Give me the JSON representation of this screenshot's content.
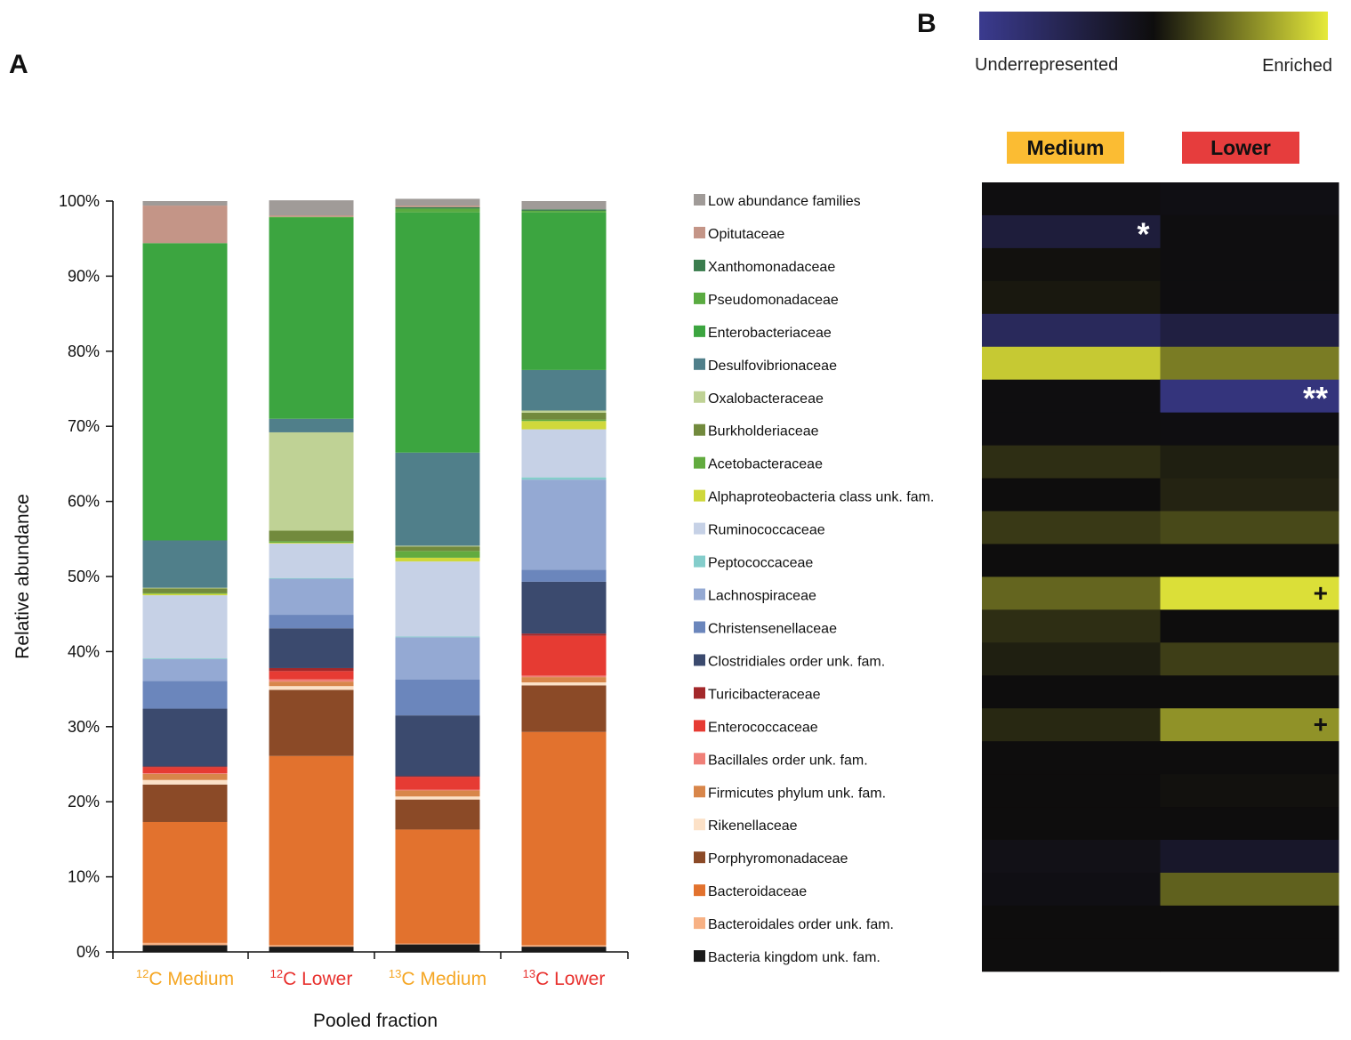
{
  "panel_a_label": "A",
  "panel_b_label": "B",
  "colors": {
    "medium": "#f5a623",
    "lower": "#e8312e",
    "medium_box": "#fbbc33",
    "lower_box": "#e63d3d",
    "scale_low": "#3b3b8f",
    "scale_mid": "#0e0d0d",
    "scale_high": "#e6ea3a"
  },
  "chart_data": [
    {
      "type": "bar",
      "stacked": true,
      "xlabel": "Pooled fraction",
      "ylabel": "Relative abundance",
      "ylim": [
        0,
        100
      ],
      "yticks": [
        "0%",
        "10%",
        "20%",
        "30%",
        "40%",
        "50%",
        "60%",
        "70%",
        "80%",
        "90%",
        "100%"
      ],
      "categories": [
        {
          "isotope": "12",
          "rest": "C Medium",
          "fraction": "medium"
        },
        {
          "isotope": "12",
          "rest": "C Lower",
          "fraction": "lower"
        },
        {
          "isotope": "13",
          "rest": "C Medium",
          "fraction": "medium"
        },
        {
          "isotope": "13",
          "rest": "C Lower",
          "fraction": "lower"
        }
      ],
      "series": [
        {
          "name": "Bacteria kingdom unk. fam.",
          "color": "#1a1a1a",
          "values": [
            0.9,
            0.7,
            1.0,
            0.7
          ]
        },
        {
          "name": "Bacteroidales order unk. fam.",
          "color": "#f7b184",
          "values": [
            0.3,
            0.2,
            0.1,
            0.2
          ]
        },
        {
          "name": "Bacteroidaceae",
          "color": "#e2722e",
          "values": [
            16.1,
            25.2,
            15.2,
            28.4
          ]
        },
        {
          "name": "Porphyromonadaceae",
          "color": "#8b4a27",
          "values": [
            5.0,
            8.8,
            4.0,
            6.2
          ]
        },
        {
          "name": "Rikenellaceae",
          "color": "#fce1c7",
          "values": [
            0.6,
            0.5,
            0.4,
            0.4
          ]
        },
        {
          "name": "Firmicutes phylum unk. fam.",
          "color": "#d8864a",
          "values": [
            0.8,
            0.6,
            0.8,
            0.7
          ]
        },
        {
          "name": "Bacillales order unk. fam.",
          "color": "#f08078",
          "values": [
            0.1,
            0.3,
            0.1,
            0.2
          ]
        },
        {
          "name": "Enterococcaceae",
          "color": "#e63b33",
          "values": [
            0.8,
            1.1,
            1.7,
            5.3
          ]
        },
        {
          "name": "Turicibacteraceae",
          "color": "#a3282a",
          "values": [
            0.1,
            0.4,
            0.1,
            0.3
          ]
        },
        {
          "name": "Clostridiales order unk. fam.",
          "color": "#3b4a6e",
          "values": [
            7.7,
            5.3,
            8.1,
            6.9
          ]
        },
        {
          "name": "Christensenellaceae",
          "color": "#6b86bc",
          "values": [
            3.7,
            1.8,
            4.8,
            1.6
          ]
        },
        {
          "name": "Lachnospiraceae",
          "color": "#94a9d3",
          "values": [
            2.9,
            4.8,
            5.6,
            12.0
          ]
        },
        {
          "name": "Peptococcaceae",
          "color": "#84cdcb",
          "values": [
            0.1,
            0.1,
            0.1,
            0.3
          ]
        },
        {
          "name": "Ruminococcaceae",
          "color": "#c6d1e6",
          "values": [
            8.4,
            4.6,
            10.0,
            6.4
          ]
        },
        {
          "name": "Alphaproteobacteria class unk. fam.",
          "color": "#cfd83b",
          "values": [
            0.2,
            0.1,
            0.5,
            1.1
          ]
        },
        {
          "name": "Acetobacteraceae",
          "color": "#62ab3f",
          "values": [
            0.1,
            0.2,
            0.9,
            0.2
          ]
        },
        {
          "name": "Burkholderiaceae",
          "color": "#728a3d",
          "values": [
            0.6,
            1.4,
            0.6,
            0.9
          ]
        },
        {
          "name": "Oxalobacteraceae",
          "color": "#bfd295",
          "values": [
            0.1,
            13.1,
            0.1,
            0.3
          ]
        },
        {
          "name": "Desulfovibrionaceae",
          "color": "#507f8a",
          "values": [
            6.3,
            1.8,
            12.4,
            5.4
          ]
        },
        {
          "name": "Enterobacteriaceae",
          "color": "#3ca540",
          "values": [
            39.6,
            26.8,
            32.0,
            21.0
          ]
        },
        {
          "name": "Pseudomonadaceae",
          "color": "#5aab41",
          "values": [
            0.0,
            0.1,
            0.5,
            0.2
          ]
        },
        {
          "name": "Xanthomonadaceae",
          "color": "#3b7d4e",
          "values": [
            0.0,
            0.0,
            0.2,
            0.2
          ]
        },
        {
          "name": "Opitutaceae",
          "color": "#c49587",
          "values": [
            5.0,
            0.2,
            0.2,
            0.0
          ]
        },
        {
          "name": "Low abundance families",
          "color": "#a09b98",
          "values": [
            0.6,
            2.0,
            0.9,
            1.1
          ]
        }
      ]
    },
    {
      "type": "heatmap",
      "columns": [
        "Medium",
        "Lower"
      ],
      "scale_low_label": "Underrepresented",
      "scale_high_label": "Enriched",
      "value_range": [
        -1,
        1
      ],
      "rows": [
        {
          "name": "Low abundance families",
          "values": [
            -0.02,
            -0.05
          ],
          "marks": [
            "",
            ""
          ]
        },
        {
          "name": "Opitutaceae",
          "values": [
            -0.35,
            -0.02
          ],
          "marks": [
            "*",
            ""
          ]
        },
        {
          "name": "Xanthomonadaceae",
          "values": [
            0.02,
            -0.02
          ],
          "marks": [
            "",
            ""
          ]
        },
        {
          "name": "Pseudomonadaceae",
          "values": [
            0.05,
            -0.02
          ],
          "marks": [
            "",
            ""
          ]
        },
        {
          "name": "Enterobacteriaceae",
          "values": [
            -0.6,
            -0.4
          ],
          "marks": [
            "",
            ""
          ]
        },
        {
          "name": "Desulfovibrionaceae",
          "values": [
            0.85,
            0.5
          ],
          "marks": [
            "",
            ""
          ]
        },
        {
          "name": "Oxalobacteraceae",
          "values": [
            -0.02,
            -0.85
          ],
          "marks": [
            "",
            "**"
          ]
        },
        {
          "name": "Burkholderiaceae",
          "values": [
            -0.02,
            -0.03
          ],
          "marks": [
            "",
            ""
          ]
        },
        {
          "name": "Acetobacteraceae",
          "values": [
            0.15,
            0.08
          ],
          "marks": [
            "",
            ""
          ]
        },
        {
          "name": "Alphaproteobacteria class unk. fam.",
          "values": [
            0.0,
            0.1
          ],
          "marks": [
            "",
            ""
          ]
        },
        {
          "name": "Ruminococcaceae",
          "values": [
            0.2,
            0.27
          ],
          "marks": [
            "",
            ""
          ]
        },
        {
          "name": "Peptococcaceae",
          "values": [
            0.0,
            0.0
          ],
          "marks": [
            "",
            ""
          ]
        },
        {
          "name": "Lachnospiraceae",
          "values": [
            0.4,
            0.95
          ],
          "marks": [
            "",
            "+"
          ]
        },
        {
          "name": "Christensenellaceae",
          "values": [
            0.15,
            0.0
          ],
          "marks": [
            "",
            ""
          ]
        },
        {
          "name": "Clostridiales order unk. fam.",
          "values": [
            0.08,
            0.22
          ],
          "marks": [
            "",
            ""
          ]
        },
        {
          "name": "Turicibacteraceae",
          "values": [
            0.0,
            0.0
          ],
          "marks": [
            "",
            ""
          ]
        },
        {
          "name": "Enterococcaceae",
          "values": [
            0.12,
            0.6
          ],
          "marks": [
            "",
            "+"
          ]
        },
        {
          "name": "Bacillales order unk. fam.",
          "values": [
            0.0,
            0.0
          ],
          "marks": [
            "",
            ""
          ]
        },
        {
          "name": "Firmicutes phylum unk. fam.",
          "values": [
            0.0,
            0.02
          ],
          "marks": [
            "",
            ""
          ]
        },
        {
          "name": "Rikenellaceae",
          "values": [
            0.0,
            0.0
          ],
          "marks": [
            "",
            ""
          ]
        },
        {
          "name": "Porphyromonadaceae",
          "values": [
            -0.08,
            -0.22
          ],
          "marks": [
            "",
            ""
          ]
        },
        {
          "name": "Bacteroidaceae",
          "values": [
            -0.05,
            0.38
          ],
          "marks": [
            "",
            ""
          ]
        },
        {
          "name": "Bacteroidales order unk. fam.",
          "values": [
            0.0,
            0.0
          ],
          "marks": [
            "",
            ""
          ]
        },
        {
          "name": "Bacteria kingdom unk. fam.",
          "values": [
            0.0,
            0.0
          ],
          "marks": [
            "",
            ""
          ]
        }
      ]
    }
  ]
}
